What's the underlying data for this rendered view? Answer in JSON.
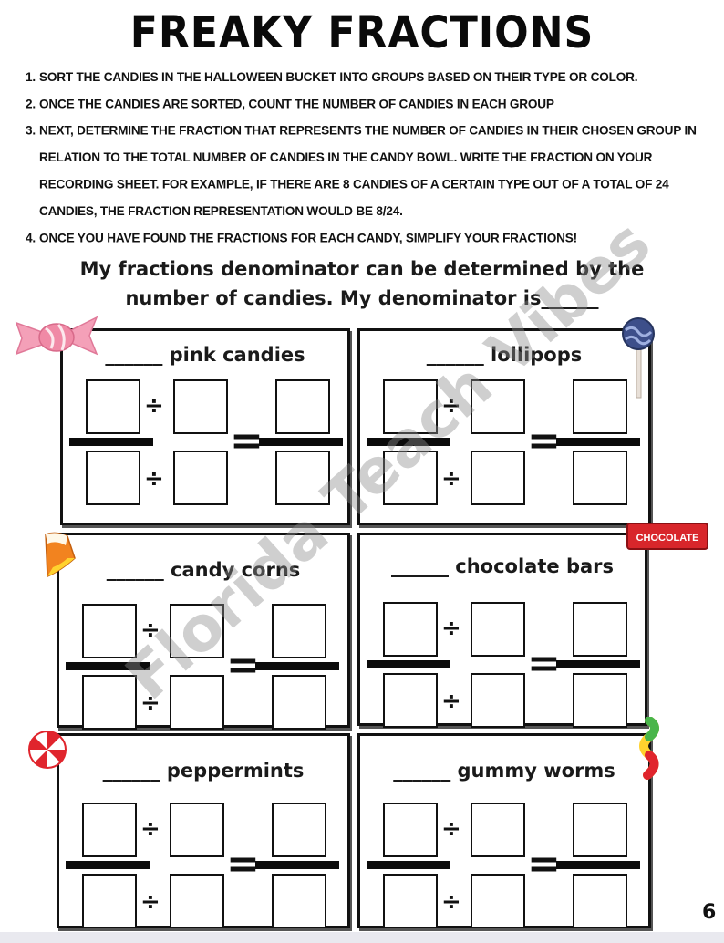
{
  "title": "FREAKY FRACTIONS",
  "instructions": [
    {
      "num": "1.",
      "text": "SORT THE CANDIES IN THE HALLOWEEN BUCKET INTO GROUPS BASED ON THEIR TYPE OR COLOR."
    },
    {
      "num": "2.",
      "text": "ONCE THE CANDIES ARE SORTED, COUNT THE NUMBER OF CANDIES IN EACH GROUP"
    },
    {
      "num": "3.",
      "text": "NEXT, DETERMINE THE FRACTION THAT REPRESENTS THE NUMBER OF CANDIES IN THEIR CHOSEN GROUP IN RELATION TO THE TOTAL NUMBER OF CANDIES IN THE CANDY BOWL.  WRITE THE FRACTION ON YOUR RECORDING SHEET. FOR EXAMPLE, IF THERE ARE 8 CANDIES OF A CERTAIN TYPE OUT OF A TOTAL OF 24 CANDIES, THE FRACTION REPRESENTATION WOULD BE 8/24."
    },
    {
      "num": "4.",
      "text": "ONCE YOU HAVE FOUND THE FRACTIONS FOR EACH CANDY, SIMPLIFY YOUR FRACTIONS!"
    }
  ],
  "prompt": {
    "line1": "My fractions denominator can be determined by the",
    "line2": "number of candies. My denominator is______"
  },
  "boxes": [
    {
      "label": "______ pink candies"
    },
    {
      "label": "______ lollipops"
    },
    {
      "label": "______ candy corns"
    },
    {
      "label": "______ chocolate bars"
    },
    {
      "label": "______ peppermints"
    },
    {
      "label": "______ gummy worms"
    }
  ],
  "operators": {
    "divide": "÷",
    "equals": "="
  },
  "decorations": {
    "chocolate_wrapper_text": "CHOCOLATE",
    "colors": {
      "pink_candy": "#f08aa6",
      "lollipop": "#3d4f8a",
      "candy_corn_orange": "#f2831f",
      "chocolate_red": "#d8262b",
      "peppermint_red": "#e0252d",
      "gummy_green": "#49b54a"
    }
  },
  "watermark": "Florida Teach Vibes",
  "page_number": "6"
}
